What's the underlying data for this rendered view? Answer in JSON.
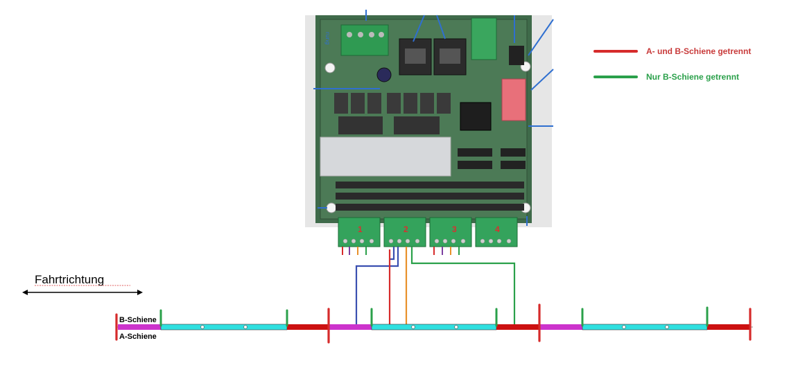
{
  "legend": {
    "items": [
      {
        "label": "A- und B-Schiene getrennt",
        "color": "#d62b2b"
      },
      {
        "label": "Nur B-Schiene getrennt",
        "color": "#2aa04a"
      }
    ]
  },
  "direction": {
    "label": "Fahrtrichtung",
    "arrow": "double-headed"
  },
  "track": {
    "b_rail_label": "B-Schiene",
    "a_rail_label": "A-Schiene",
    "section_colors": {
      "magenta": "#cc33cc",
      "cyan": "#2fe0e0",
      "red": "#cc1111"
    }
  },
  "board": {
    "terminal_labels": [
      "1",
      "2",
      "3",
      "4"
    ],
    "side_print": "rung"
  },
  "wire_colors": {
    "blue": "#3a4fb0",
    "red": "#d62b2b",
    "orange": "#e8902a",
    "green": "#2aa04a",
    "purple": "#7b3fa0"
  }
}
